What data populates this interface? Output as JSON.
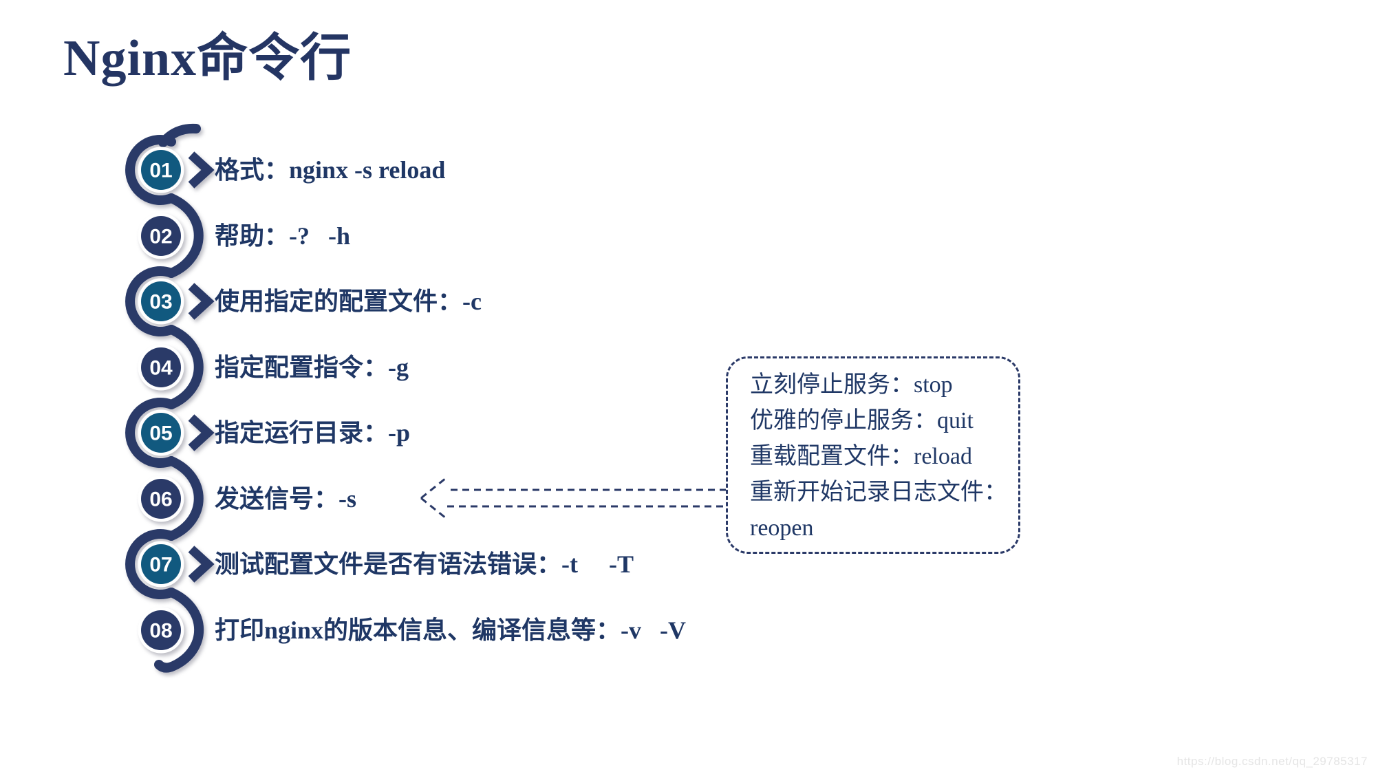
{
  "title": "Nginx命令行",
  "colors": {
    "navy": "#2A3A68",
    "teal": "#11597F",
    "text_navy": "#1F3765",
    "number_white": "#FFFFFF",
    "watermark_gray": "#E5E5E5"
  },
  "timeline": {
    "items": [
      {
        "num": "01",
        "label": "格式：nginx -s reload",
        "chevron": true,
        "accent": "teal"
      },
      {
        "num": "02",
        "label": "帮助：-?   -h",
        "chevron": false,
        "accent": "navy"
      },
      {
        "num": "03",
        "label": "使用指定的配置文件：-c",
        "chevron": true,
        "accent": "teal"
      },
      {
        "num": "04",
        "label": "指定配置指令：-g",
        "chevron": false,
        "accent": "navy"
      },
      {
        "num": "05",
        "label": "指定运行目录：-p",
        "chevron": true,
        "accent": "teal"
      },
      {
        "num": "06",
        "label": "发送信号：-s",
        "chevron": false,
        "accent": "navy"
      },
      {
        "num": "07",
        "label": "测试配置文件是否有语法错误：-t     -T",
        "chevron": true,
        "accent": "teal"
      },
      {
        "num": "08",
        "label": "打印nginx的版本信息、编译信息等：-v   -V",
        "chevron": false,
        "accent": "navy"
      }
    ]
  },
  "callout": {
    "lines": [
      "立刻停止服务：stop",
      "优雅的停止服务：quit",
      "重载配置文件：reload",
      "重新开始记录日志文件：",
      "reopen"
    ]
  },
  "watermark": "https://blog.csdn.net/qq_29785317"
}
